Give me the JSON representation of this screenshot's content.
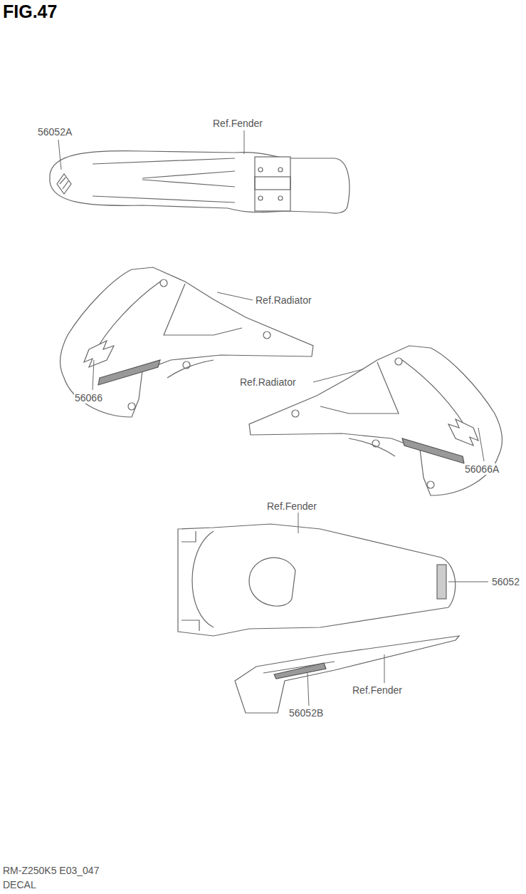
{
  "diagram": {
    "title": "FIG.47",
    "labels": [
      "56052A",
      "Ref.Fender",
      "Ref.Radiator",
      "56066",
      "Ref.Radiator",
      "56066A",
      "Ref.Fender",
      "56052",
      "56052B",
      "Ref.Fender",
      "RM-Z250K5 E03_047",
      "DECAL"
    ]
  }
}
